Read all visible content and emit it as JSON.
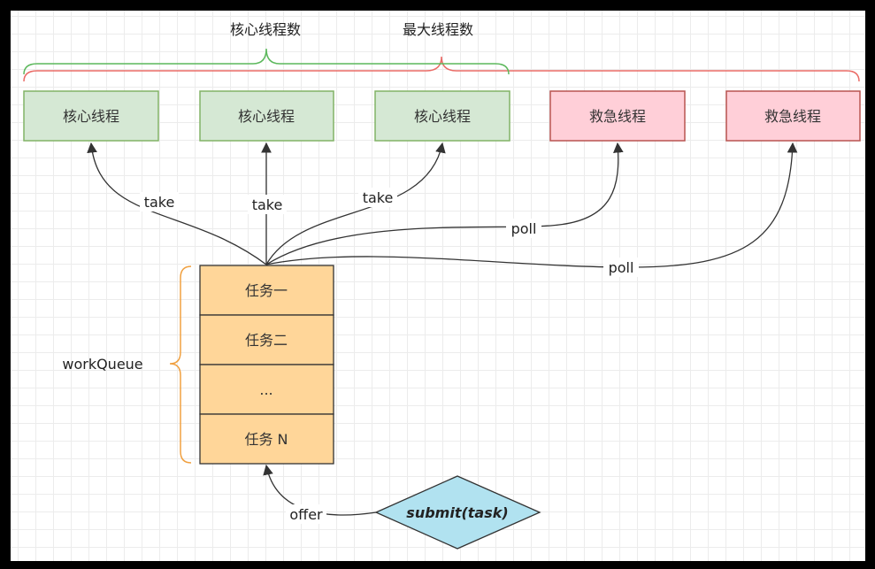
{
  "brackets": {
    "core_count": "核心线程数",
    "max_count": "最大线程数"
  },
  "threads": [
    {
      "label": "核心线程",
      "kind": "core"
    },
    {
      "label": "核心线程",
      "kind": "core"
    },
    {
      "label": "核心线程",
      "kind": "core"
    },
    {
      "label": "救急线程",
      "kind": "emergency"
    },
    {
      "label": "救急线程",
      "kind": "emergency"
    }
  ],
  "edge_labels": {
    "take_1": "take",
    "take_2": "take",
    "take_3": "take",
    "poll_1": "poll",
    "poll_2": "poll",
    "offer": "offer"
  },
  "queue": {
    "label": "workQueue",
    "items": [
      "任务一",
      "任务二",
      "...",
      "任务 N"
    ]
  },
  "submit": {
    "label": "submit(task)"
  },
  "colors": {
    "core_fill": "#d5e8d4",
    "core_stroke": "#82b366",
    "emergency_fill": "#ffcfd8",
    "emergency_stroke": "#b85450",
    "queue_fill": "#ffd699",
    "queue_stroke": "#333333",
    "submit_fill": "#b1e2f0",
    "green_bracket": "#5cb85c",
    "red_bracket": "#ea6b66",
    "orange_bracket": "#f0a040"
  }
}
